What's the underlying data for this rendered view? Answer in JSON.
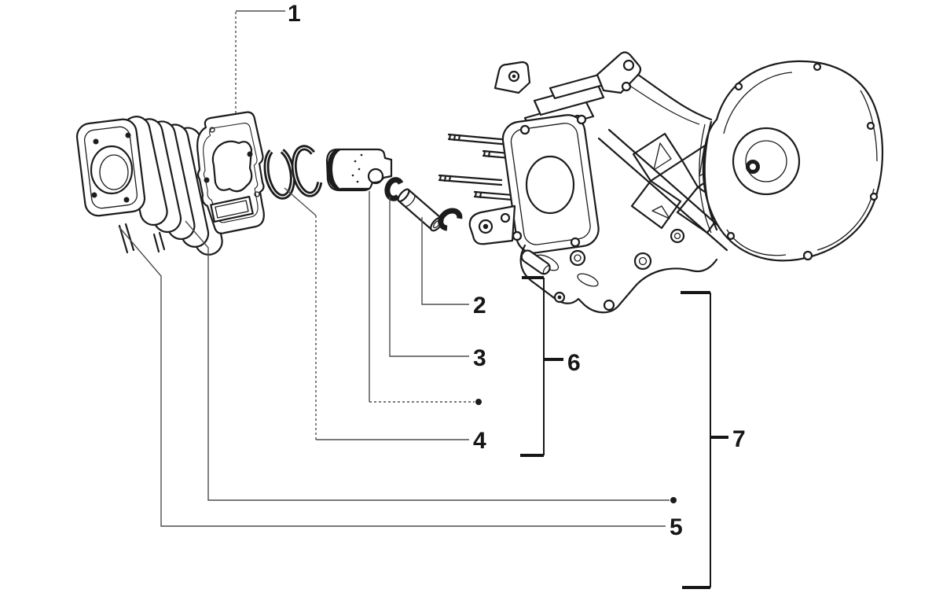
{
  "diagram": {
    "background_color": "#ffffff",
    "artwork_color": "#1c1c1c",
    "leader_line_color": "#4d4d4d",
    "callouts": [
      {
        "label": "1"
      },
      {
        "label": "2"
      },
      {
        "label": "3"
      },
      {
        "label": "4"
      },
      {
        "label": "5"
      },
      {
        "label": "6"
      },
      {
        "label": "7"
      }
    ]
  }
}
